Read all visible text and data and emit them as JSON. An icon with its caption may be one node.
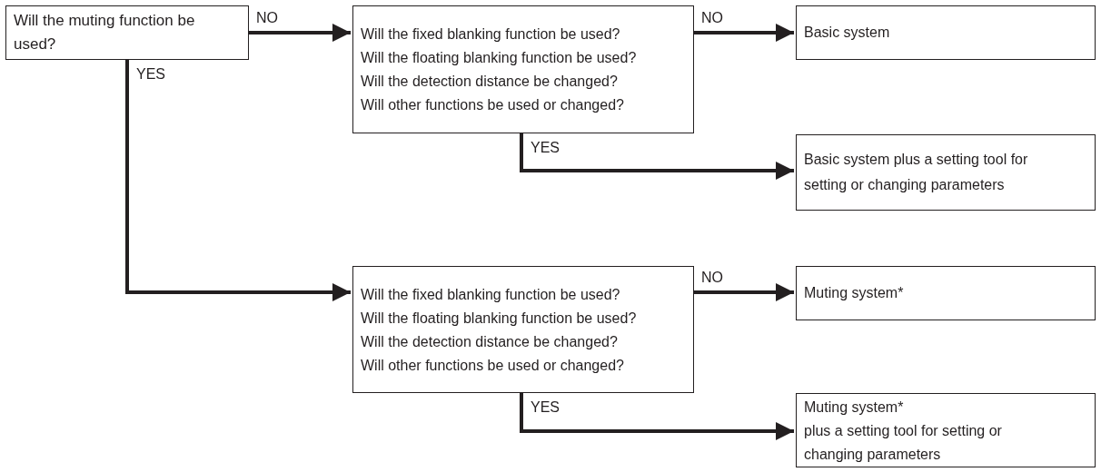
{
  "diagram": {
    "nodes": [
      {
        "text": [
          "Will the muting function be used?"
        ]
      },
      {
        "text": [
          "Will the fixed blanking function be used?",
          "Will the floating blanking function be used?",
          "Will the detection distance be changed?",
          "Will other functions be used or changed?"
        ]
      },
      {
        "text": [
          "Basic system"
        ]
      },
      {
        "text": [
          "Basic system plus a setting tool for setting or changing parameters"
        ]
      },
      {
        "text": [
          "Will the fixed blanking function be used?",
          "Will the floating blanking function be used?",
          "Will the detection distance be changed?",
          "Will other functions be used or changed?"
        ]
      },
      {
        "text": [
          "Muting system*"
        ]
      },
      {
        "text": [
          "Muting system*",
          "plus a setting tool for setting or changing parameters"
        ]
      }
    ],
    "edges": [
      {
        "from": 0,
        "to": 1,
        "arrow": "to",
        "label": "NO"
      },
      {
        "from": 1,
        "to": 2,
        "arrow": "to",
        "label": "NO"
      },
      {
        "from": 1,
        "to": 3,
        "arrow": "to",
        "label": "YES"
      },
      {
        "from": 0,
        "to": 4,
        "arrow": "to",
        "label": "YES"
      },
      {
        "from": 4,
        "to": 5,
        "arrow": "to",
        "label": "NO"
      },
      {
        "from": 4,
        "to": 6,
        "arrow": "to",
        "label": "YES"
      }
    ]
  }
}
